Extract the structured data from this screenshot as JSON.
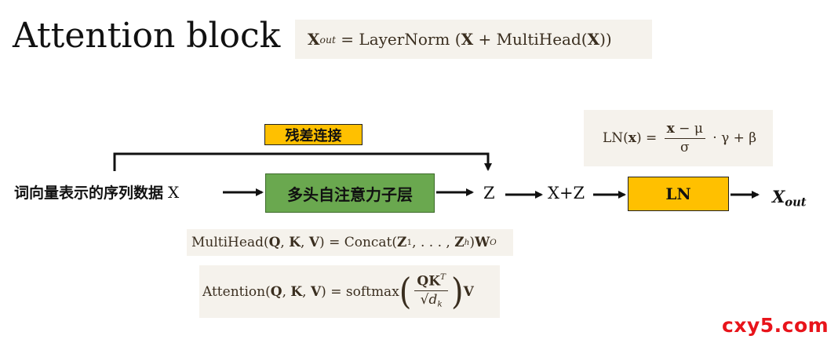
{
  "title": "Attention block",
  "formulas": {
    "top": {
      "lhs": "X",
      "lhs_sub": "out",
      "eq": " = LayerNorm (",
      "a": "X",
      "plus": " + MultiHead(",
      "b": "X",
      "close": "))"
    },
    "layernorm": {
      "lhs": "LN(",
      "x": "x",
      "mid": ") = ",
      "num_x": "x",
      "num_rest": " − μ",
      "den": "σ",
      "tail": " · γ + β"
    },
    "multihead": {
      "head": "MultiHead(",
      "q": "Q",
      "k": "K",
      "v": "V",
      "mid": ") = Concat(",
      "z1": "Z",
      "z1_sub": "1",
      "dots": ", . . . , ",
      "zh": "Z",
      "zh_sub": "h",
      "close": ")",
      "w": "W",
      "w_sub": "O"
    },
    "attention": {
      "head": "Attention(",
      "q": "Q",
      "k": "K",
      "v": "V",
      "mid": ") = softmax",
      "num": "QK",
      "num_sup": "T",
      "den": "√d",
      "den_sub": "k",
      "tail": "V"
    }
  },
  "diagram": {
    "residual_label": "残差连接",
    "input_label": "词向量表示的序列数据",
    "input_var": "X",
    "mha_label": "多头自注意力子层",
    "z_label": "Z",
    "sum_label": "X+Z",
    "ln_label": "LN",
    "output_label": "X",
    "output_sub": "out"
  },
  "watermark": "cxy5.com"
}
